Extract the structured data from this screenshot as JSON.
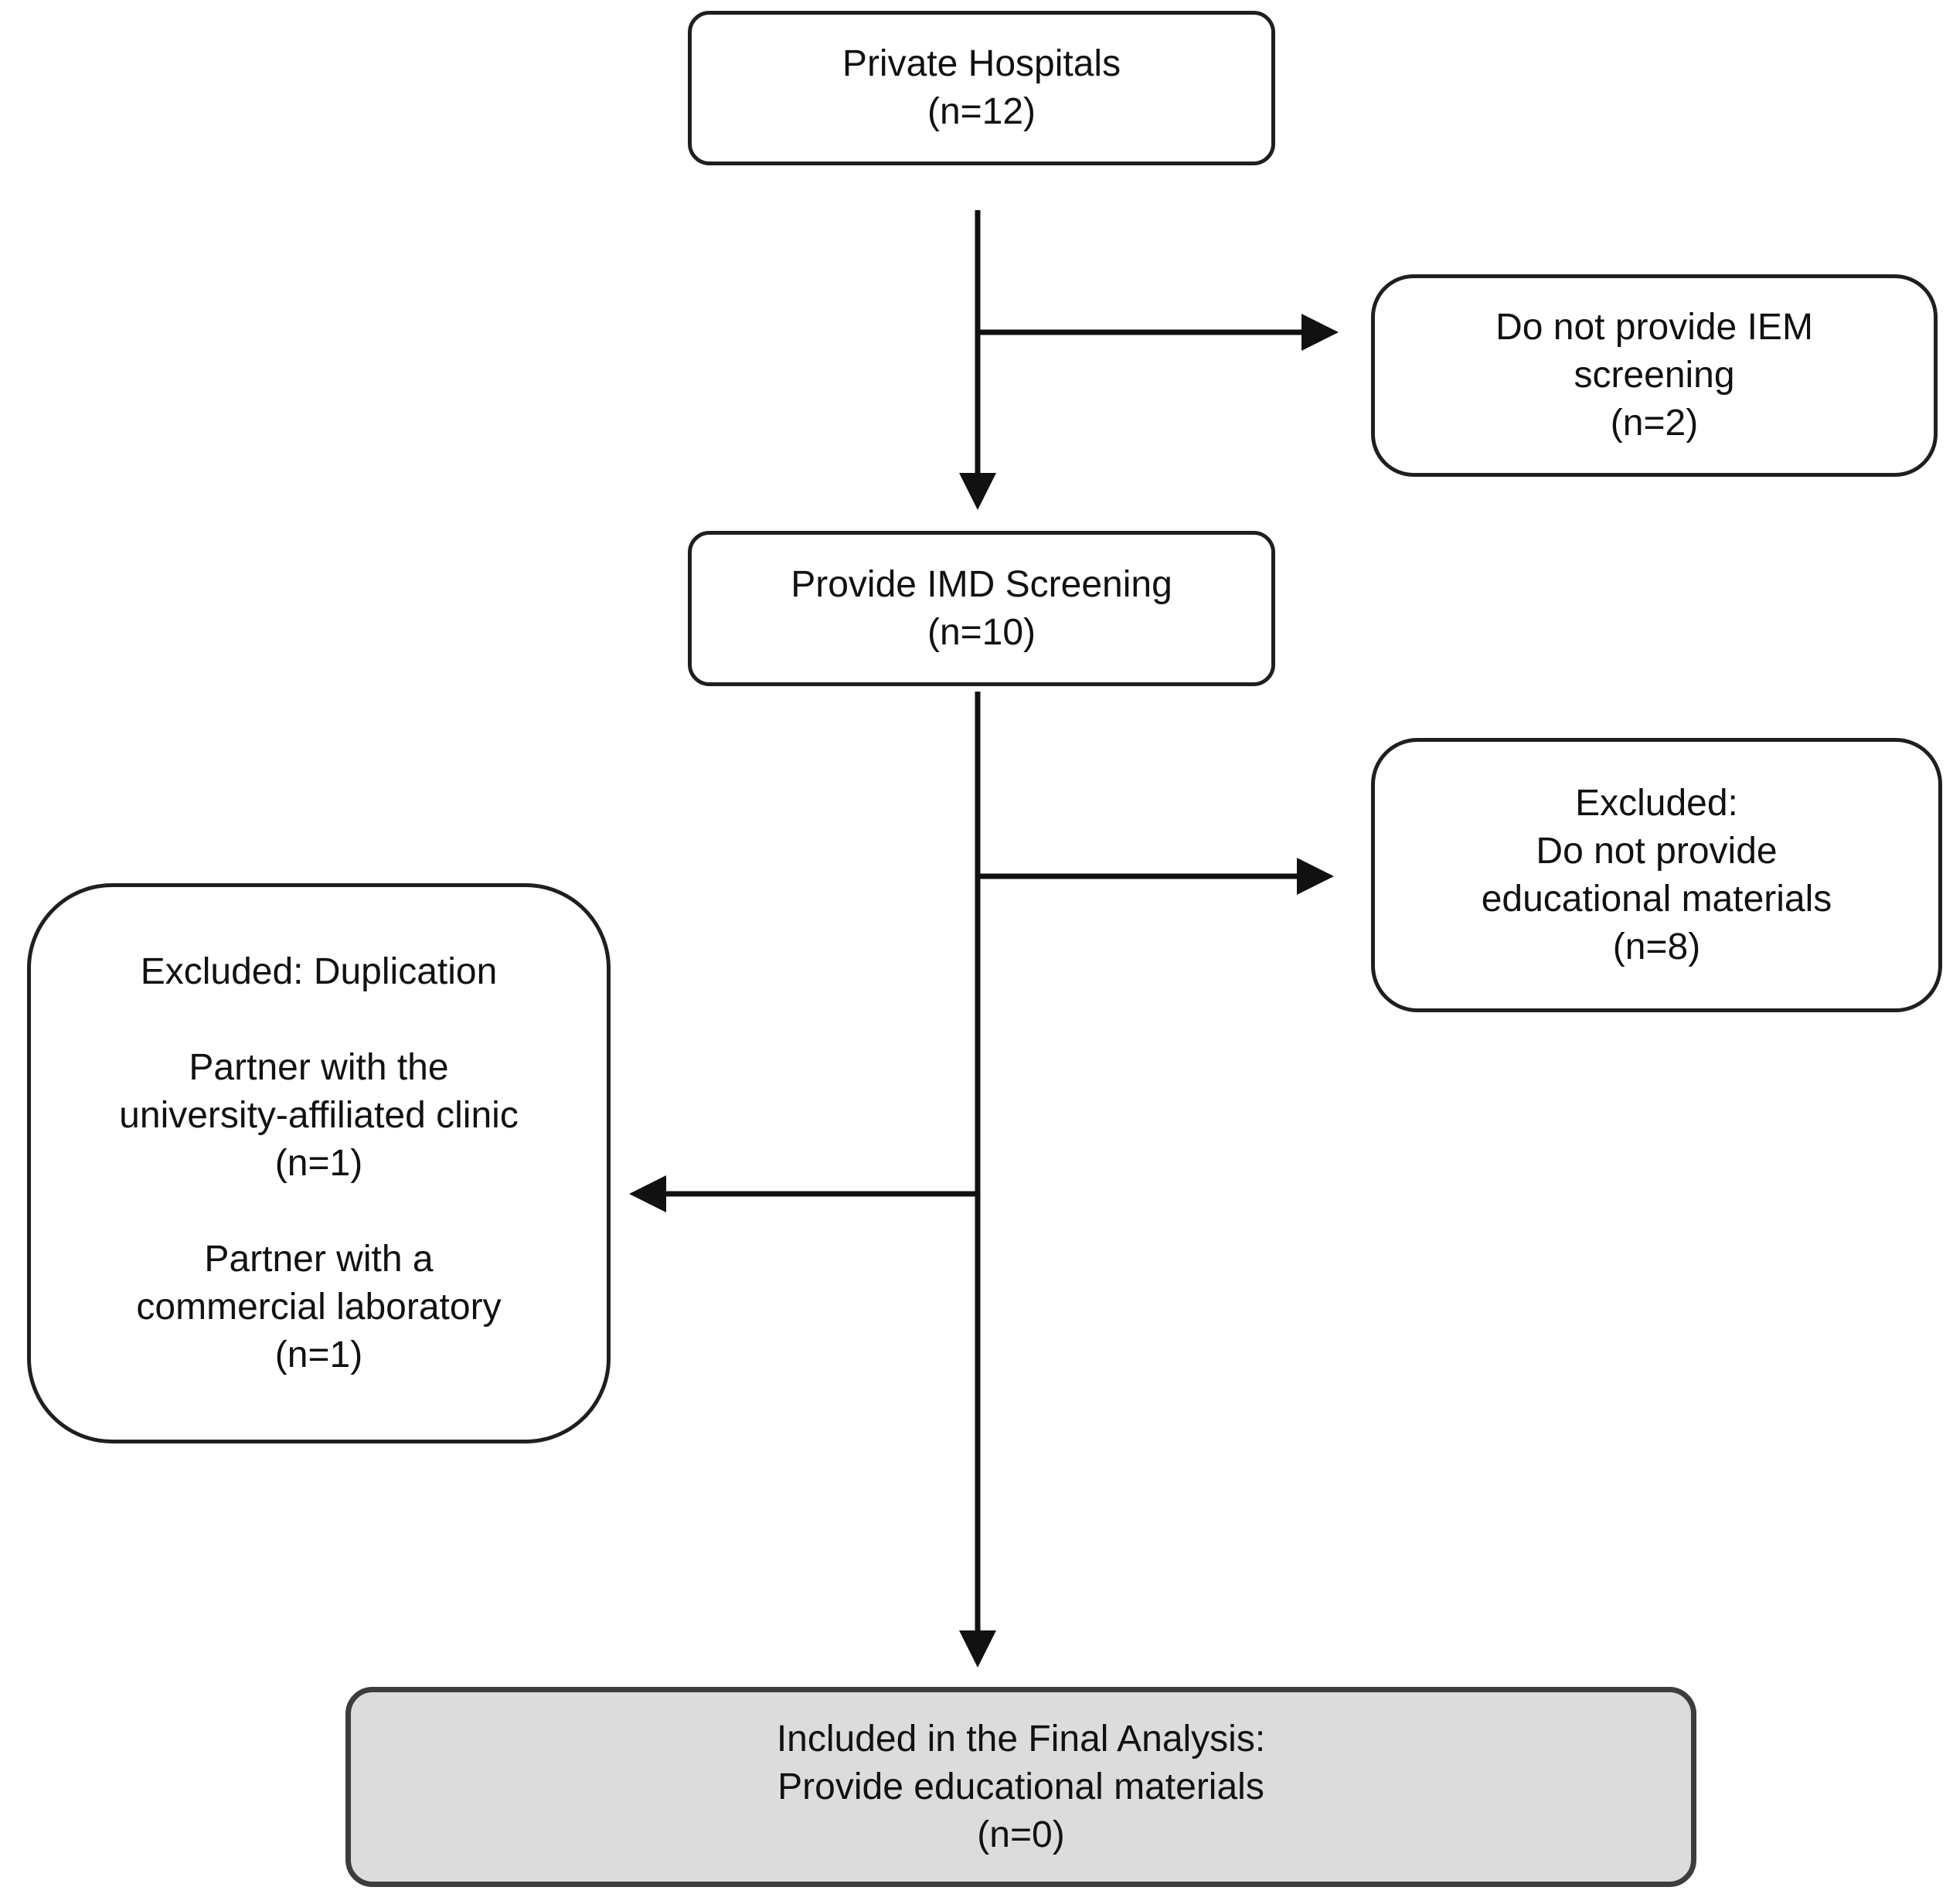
{
  "diagram": {
    "title": "Hospital IMD screening educational-materials flow diagram",
    "colors": {
      "background": "#ffffff",
      "box_border": "#1f1f1f",
      "arrow": "#111111",
      "final_box_fill": "#dcdcdc",
      "final_box_border": "#3d3d3d",
      "text": "#111111"
    },
    "nodes": {
      "private_hospitals": {
        "lines": [
          "Private Hospitals",
          "(n=12)"
        ]
      },
      "no_iem_screening": {
        "lines": [
          "Do not provide IEM",
          "screening",
          "(n=2)"
        ]
      },
      "provide_imd_screening": {
        "lines": [
          "Provide IMD Screening",
          "(n=10)"
        ]
      },
      "excluded_no_materials": {
        "lines": [
          "Excluded:",
          "Do not provide",
          "educational materials",
          "(n=8)"
        ]
      },
      "excluded_duplication": {
        "lines": [
          "Excluded: Duplication",
          "Partner with the",
          "university-affiliated clinic",
          "(n=1)",
          "Partner with a",
          "commercial laboratory",
          "(n=1)"
        ]
      },
      "final_analysis": {
        "lines": [
          "Included in the Final Analysis:",
          "Provide educational materials",
          "(n=0)"
        ]
      }
    }
  }
}
